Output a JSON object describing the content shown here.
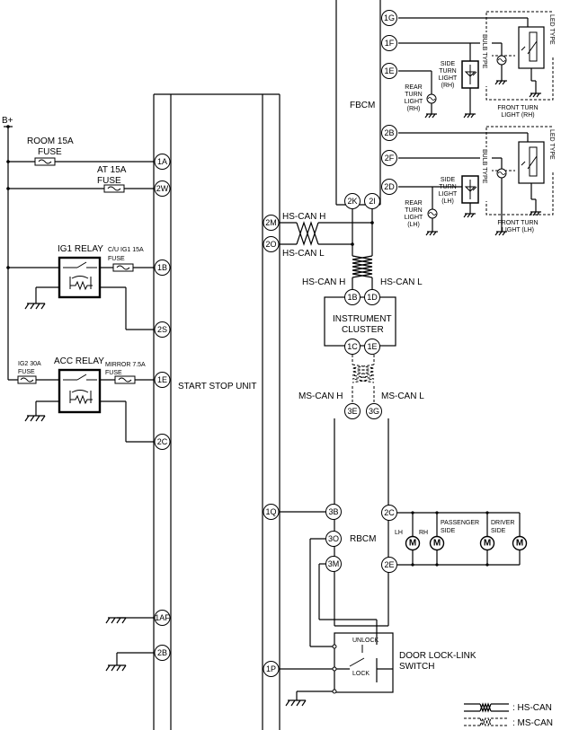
{
  "power": {
    "b_plus": "B+"
  },
  "fuses": {
    "room": [
      "ROOM 15A",
      "FUSE"
    ],
    "at": [
      "AT 15A",
      "FUSE"
    ],
    "cu_ig1": [
      "C/U IG1 15A",
      "FUSE"
    ],
    "ig2": [
      "IG2 30A",
      "FUSE"
    ],
    "mirror": [
      "MIRROR 7.5A",
      "FUSE"
    ]
  },
  "relays": {
    "ig1": "IG1 RELAY",
    "acc": "ACC RELAY"
  },
  "modules": {
    "start_stop_unit": "START STOP UNIT",
    "fbcm": "FBCM",
    "instrument_cluster": [
      "INSTRUMENT",
      "CLUSTER"
    ],
    "rbcm": "RBCM",
    "door_lock_switch": [
      "DOOR LOCK-LINK",
      "SWITCH"
    ]
  },
  "bus_labels": {
    "hs_can_h": "HS-CAN H",
    "hs_can_l": "HS-CAN L",
    "ms_can_h": "MS-CAN H",
    "ms_can_l": "MS-CAN L"
  },
  "pins": {
    "ssu_left": [
      "1A",
      "2W",
      "1B",
      "2S",
      "1E",
      "2C",
      "1AF",
      "2B"
    ],
    "ssu_right": [
      "2M",
      "2O",
      "1Q",
      "1P"
    ],
    "fbcm": [
      "1G",
      "1F",
      "1E",
      "2B",
      "2F",
      "2D",
      "2K",
      "2I"
    ],
    "ic": [
      "1B",
      "1D",
      "1C",
      "1E"
    ],
    "rbcm": [
      "3E",
      "3G",
      "3B",
      "3O",
      "3M",
      "2C",
      "2E"
    ]
  },
  "lights": {
    "side_turn_rh": [
      "SIDE",
      "TURN",
      "LIGHT",
      "(RH)"
    ],
    "rear_turn_rh": [
      "REAR",
      "TURN",
      "LIGHT",
      "(RH)"
    ],
    "front_turn_rh": [
      "FRONT TURN",
      "LIGHT (RH)"
    ],
    "side_turn_lh": [
      "SIDE",
      "TURN",
      "LIGHT",
      "(LH)"
    ],
    "rear_turn_lh": [
      "REAR",
      "TURN",
      "LIGHT",
      "(LH)"
    ],
    "front_turn_lh": [
      "FRONT TURN",
      "LIGHT (LH)"
    ],
    "bulb_type": "BULB TYPE",
    "led_type": "LED TYPE"
  },
  "motors": {
    "symbol": "M",
    "labels": [
      "LH",
      "RH",
      "PASSENGER",
      "SIDE",
      "DRIVER",
      "SIDE"
    ]
  },
  "switch": {
    "unlock": "UNLOCK",
    "lock": "LOCK"
  },
  "legend": {
    "hs_can": ": HS-CAN",
    "ms_can": ": MS-CAN"
  }
}
